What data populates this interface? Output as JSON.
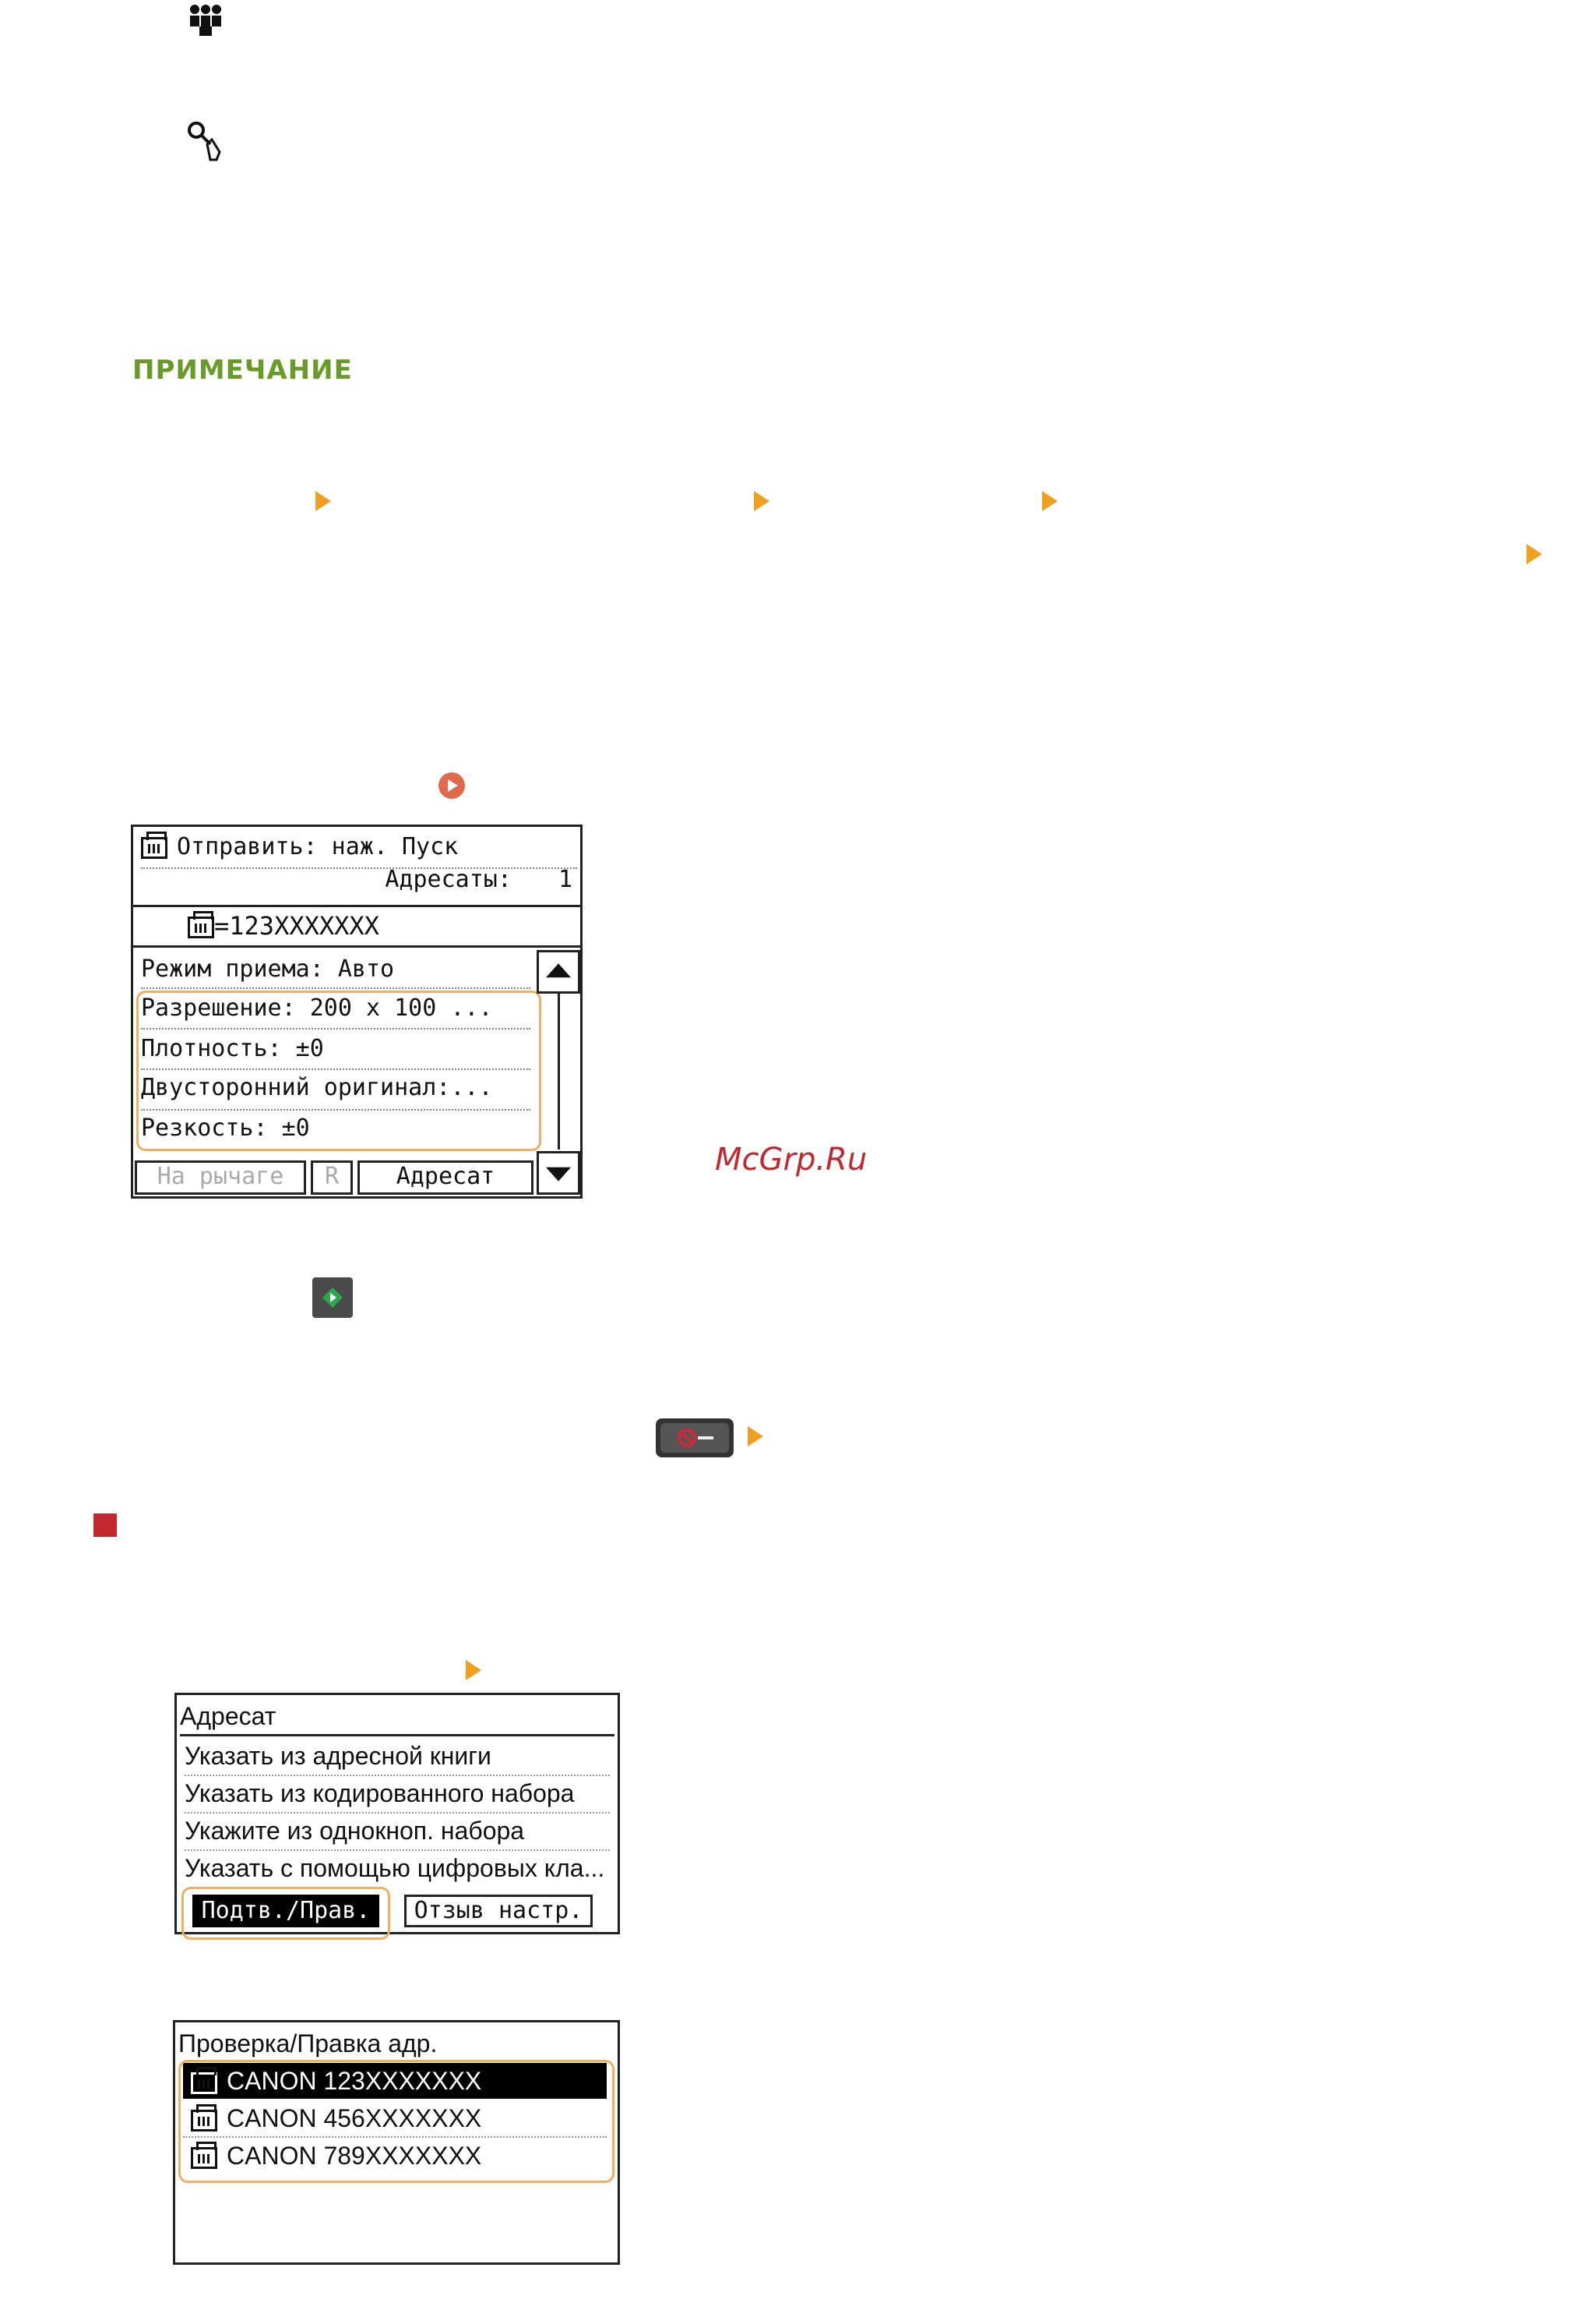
{
  "note": {
    "title": "ПРИМЕЧАНИЕ"
  },
  "watermark": "McGrp.Ru",
  "screen_send": {
    "header_line1": "Отправить: наж. Пуск",
    "recipients_label": "Адресаты:",
    "recipients_count": "1",
    "destination": "=123XXXXXXX",
    "rows": [
      "Режим приема: Авто",
      "Разрешение: 200 x 100 ...",
      "Плотность: ±0",
      "Двусторонний оригинал:...",
      "Резкость: ±0"
    ],
    "softkeys": {
      "on_hook": "На рычаге",
      "r": "R",
      "destination": "Адресат"
    }
  },
  "screen_destination": {
    "title": "Адресат",
    "items": [
      "Указать из адресной книги",
      "Указать из кодированного набора",
      "Укажите из однокноп. набора",
      "Указать с помощью цифровых кла..."
    ],
    "buttons": {
      "confirm": "Подтв./Прав.",
      "recall": "Отзыв настр."
    }
  },
  "screen_check": {
    "title": "Проверка/Правка адр.",
    "items": [
      "CANON 123XXXXXXX",
      "CANON 456XXXXXXX",
      "CANON 789XXXXXXX"
    ]
  },
  "colors": {
    "accent_orange": "#f0a020",
    "note_green": "#6a9a2a",
    "highlight_border": "#f0b060",
    "red": "#c0282d"
  }
}
